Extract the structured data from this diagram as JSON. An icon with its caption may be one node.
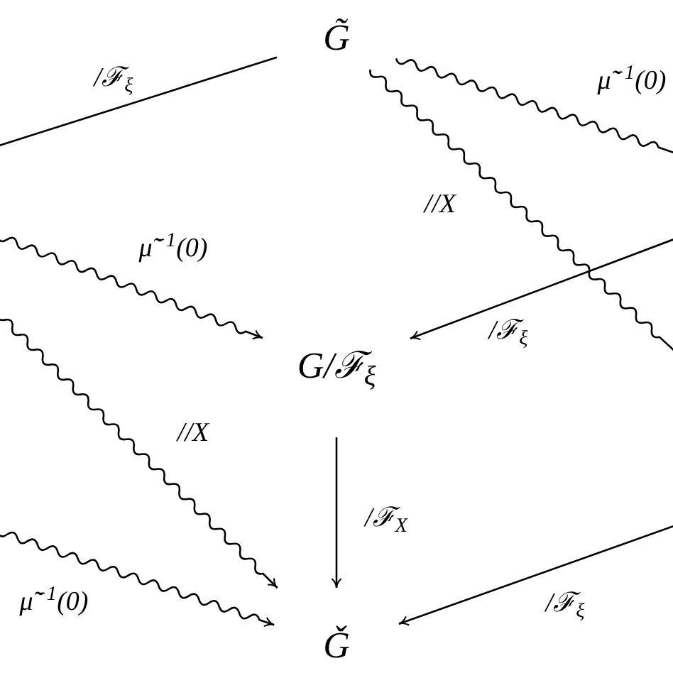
{
  "diagram": {
    "nodes": [
      {
        "text": [
          "G̃"
        ]
      },
      {
        "text": [
          "G/ℱ$_{ξ}$"
        ]
      },
      {
        "text": [
          "Ǧ"
        ]
      }
    ],
    "edges": [
      {
        "from": 0,
        "to": null,
        "arrow": "none",
        "label": "/ℱ$_{ξ}$"
      },
      {
        "from": 0,
        "to": null,
        "arrow": "none",
        "label": "μ̃$^{−1}$(0)"
      },
      {
        "from": 0,
        "to": null,
        "arrow": "none",
        "label": "//X"
      },
      {
        "from": null,
        "to": 1,
        "arrow": "to",
        "label": "μ̃$^{−1}$(0)"
      },
      {
        "from": null,
        "to": 1,
        "arrow": "to",
        "label": "/ℱ$_{ξ}$"
      },
      {
        "from": 1,
        "to": 2,
        "arrow": "to",
        "label": "/ℱ$_{X}$"
      },
      {
        "from": null,
        "to": 2,
        "arrow": "to",
        "label": "//X"
      },
      {
        "from": null,
        "to": 2,
        "arrow": "to",
        "label": "μ̃$^{−1}$(0)"
      },
      {
        "from": null,
        "to": 2,
        "arrow": "to",
        "label": "/ℱ$_{ξ}$"
      }
    ]
  }
}
